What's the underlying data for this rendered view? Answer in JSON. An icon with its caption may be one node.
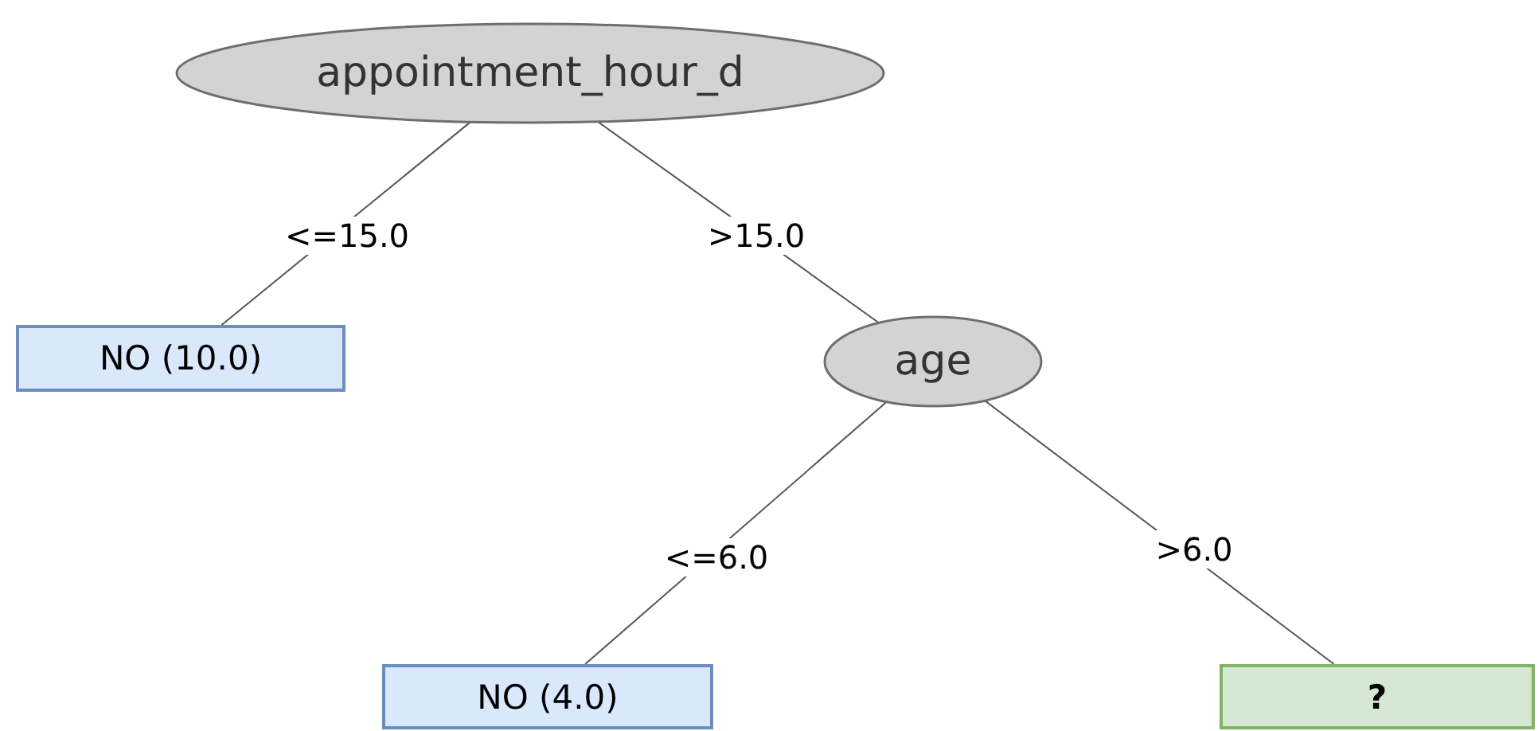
{
  "diagram": {
    "nodes": [
      {
        "text": [
          "appointment_hour_d"
        ]
      },
      {
        "text": [
          "NO (10.0)"
        ]
      },
      {
        "text": [
          "age"
        ]
      },
      {
        "text": [
          "NO (4.0)"
        ]
      },
      {
        "text": [
          "?"
        ]
      }
    ],
    "edges": [
      {
        "from": 0,
        "to": 1,
        "arrow": "none",
        "label": "<=15.0"
      },
      {
        "from": 0,
        "to": 2,
        "arrow": "none",
        "label": ">15.0"
      },
      {
        "from": 2,
        "to": 3,
        "arrow": "none",
        "label": "<=6.0"
      },
      {
        "from": 2,
        "to": 4,
        "arrow": "none",
        "label": ">6.0"
      }
    ]
  }
}
